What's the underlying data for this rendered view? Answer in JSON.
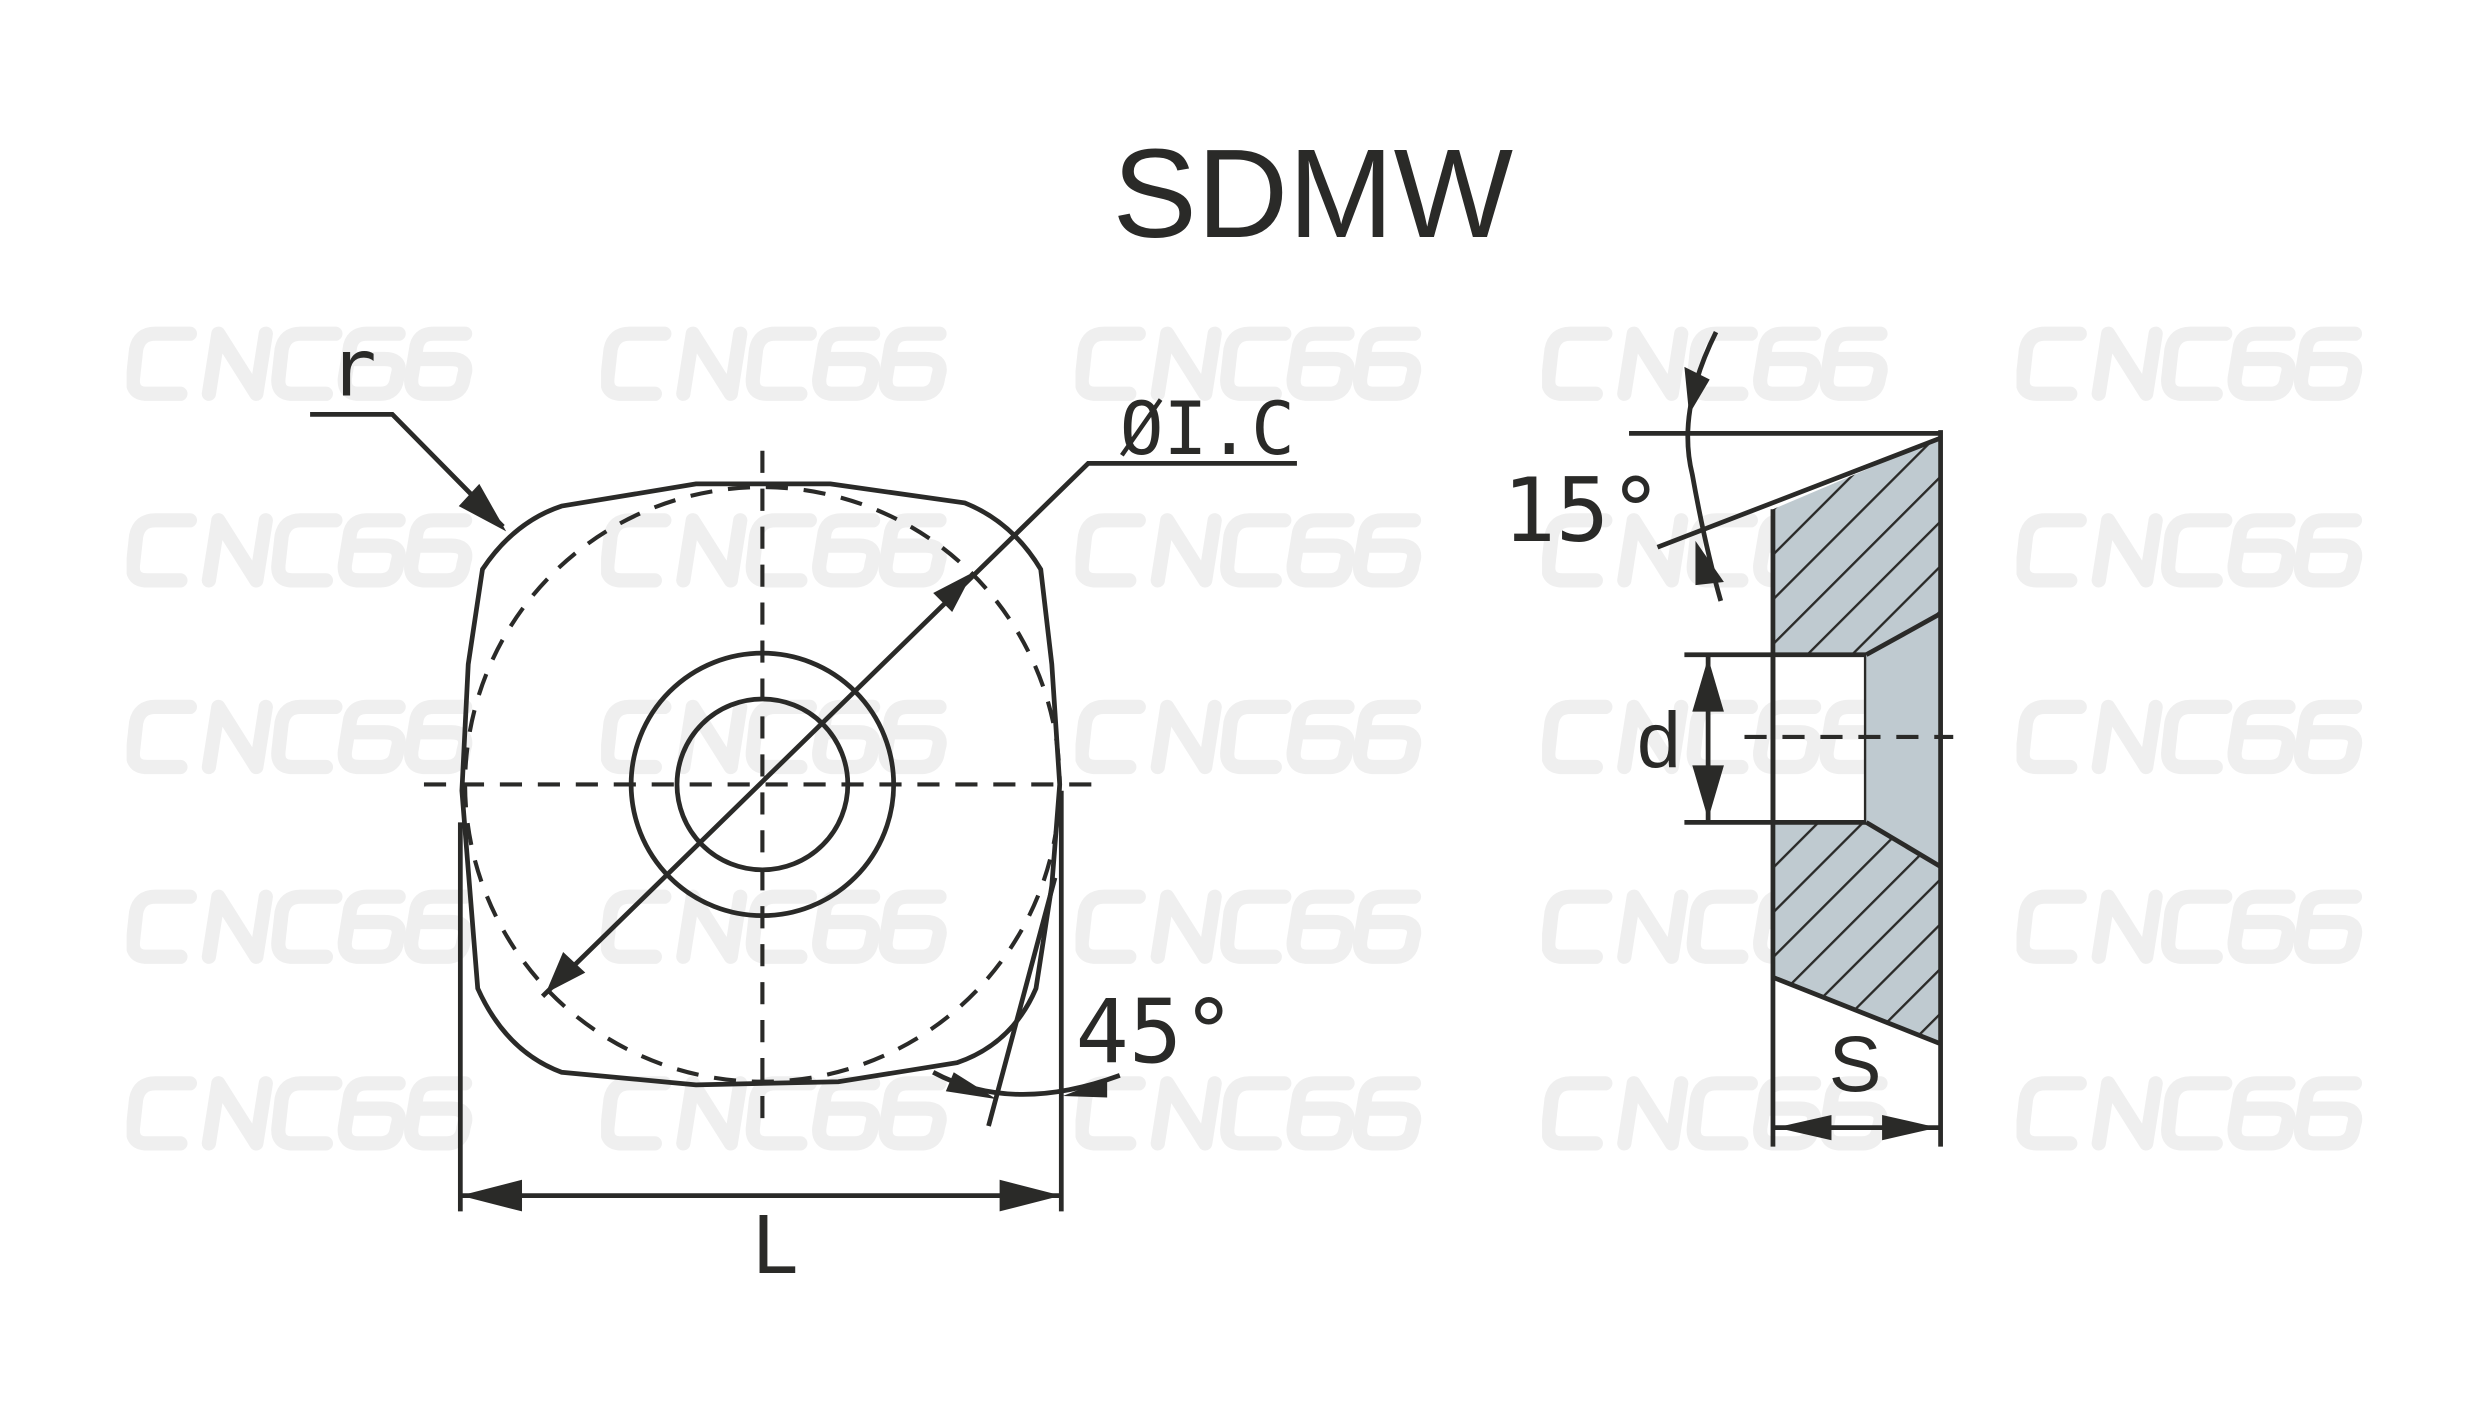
{
  "title": "SDMW",
  "watermark": "CNC66",
  "labels": {
    "radius": "r",
    "inscribed_circle": "ØI.C",
    "length": "L",
    "clearance_angle": "45°",
    "side_angle": "15°",
    "hole_diameter": "d",
    "thickness": "S"
  },
  "colors": {
    "insert_fill": "#bfcad0",
    "hole_fill": "#fdf9f2",
    "line": "#2a2a28"
  }
}
